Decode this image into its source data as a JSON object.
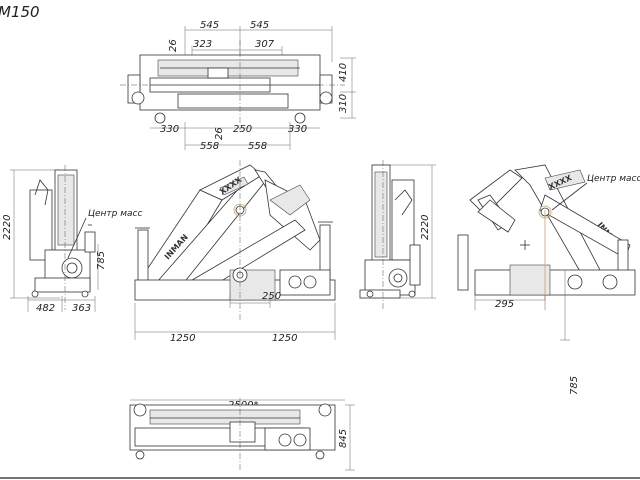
{
  "title": "M150",
  "top_view": {
    "dims": [
      "545",
      "545",
      "323",
      "307",
      "26",
      "410",
      "310",
      "330",
      "26",
      "250",
      "330",
      "558",
      "558"
    ]
  },
  "side_left": {
    "dims": [
      "2220",
      "785",
      "482",
      "363"
    ],
    "note": "Центр масс"
  },
  "front_view": {
    "dims": [
      "1250",
      "250",
      "1250",
      "2500*"
    ]
  },
  "side_right": {
    "dims": [
      "2220",
      "295",
      "785"
    ],
    "note": "Центр масс"
  },
  "bottom_view": {
    "dims": [
      "845"
    ]
  }
}
